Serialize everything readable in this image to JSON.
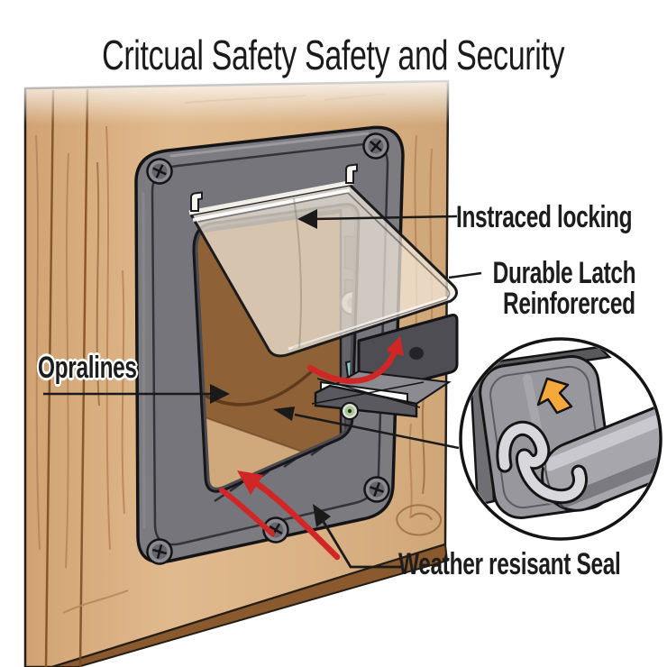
{
  "title": "Critcual Safety Safety and Security",
  "labels": {
    "locking": "Instraced locking",
    "latch_line1": "Durable Latch",
    "latch_line2": "Reinforerced",
    "opening": "Opralines",
    "seal": "Weather resisant Seal"
  },
  "colors": {
    "background": "#ffffff",
    "label_text": "#1d1d1d",
    "wood": "#d9b184",
    "wood_edge": "#8a5a2e",
    "frame_gray": "#7c7b80",
    "opening_brown": "#8f6137",
    "flap_tint": "#f2e9db",
    "arrow_red": "#d12626",
    "arrow_orange": "#f5a93d",
    "leader_black": "#1a1a1a"
  }
}
